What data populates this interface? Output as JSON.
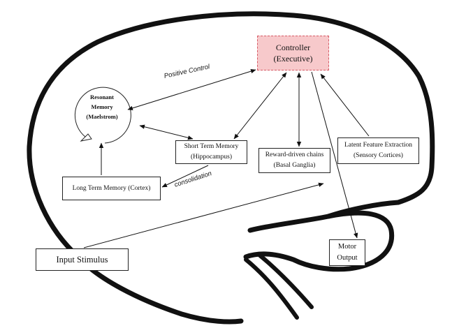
{
  "nodes": {
    "controller": {
      "line1": "Controller",
      "line2": "(Executive)"
    },
    "resonant_memory": {
      "line1": "Resonant",
      "line2": "Memory",
      "line3": "(Maelstrom)"
    },
    "short_term_memory": {
      "line1": "Short Term Memory",
      "line2": "(Hippocampus)"
    },
    "reward_chains": {
      "line1": "Reward-driven chains",
      "line2": "(Basal Ganglia)"
    },
    "latent_feature": {
      "line1": "Latent Feature Extraction",
      "line2": "(Sensory Cortices)"
    },
    "long_term_memory": {
      "line1": "Long Term Memory (Cortex)"
    },
    "motor_output": {
      "line1": "Motor",
      "line2": "Output"
    },
    "input_stimulus": {
      "line1": "Input Stimulus"
    }
  },
  "edge_labels": {
    "positive_control": "Positive Control",
    "consolidation": "consolidation"
  },
  "colors": {
    "controller_fill": "#f7c9cb",
    "controller_border": "#d65b66",
    "brain_outline": "#111111"
  }
}
